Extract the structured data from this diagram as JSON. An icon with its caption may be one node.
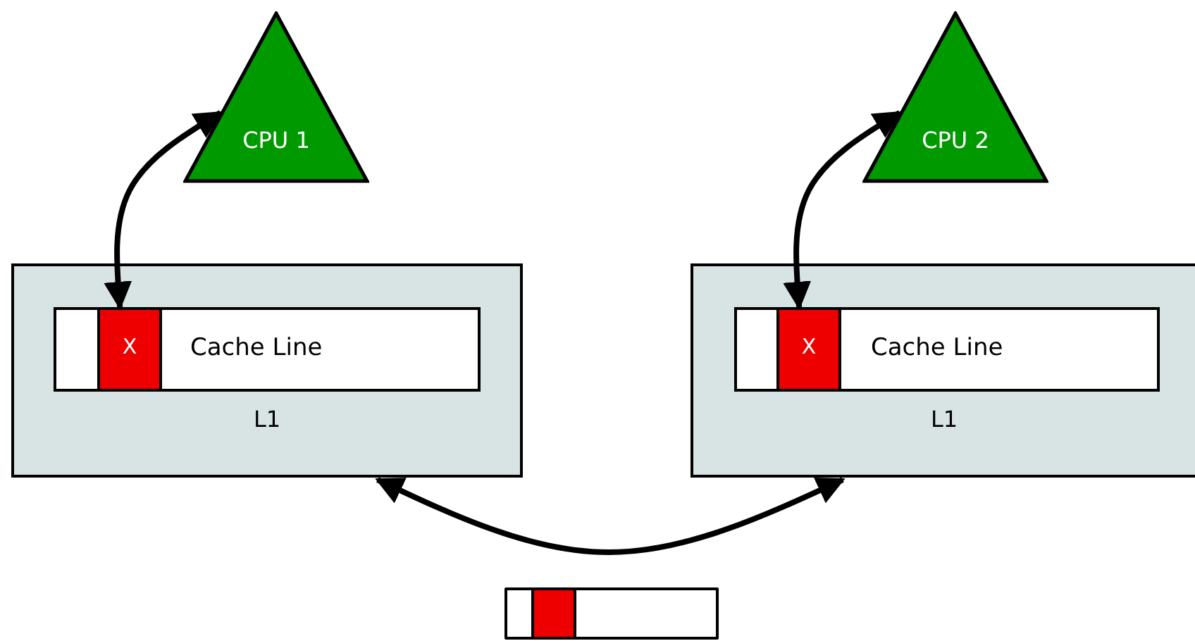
{
  "diagram": {
    "nodes": [
      {
        "text": [
          "CPU 1"
        ]
      },
      {
        "text": [
          "CPU 2"
        ]
      },
      {
        "text": [
          "L1"
        ]
      },
      {
        "text": [
          "Cache Line"
        ],
        "in": 2
      },
      {
        "text": [
          "X"
        ],
        "in": 3
      },
      {
        "text": [
          "L1"
        ]
      },
      {
        "text": [
          "Cache Line"
        ],
        "in": 5
      },
      {
        "text": [
          "X"
        ],
        "in": 6
      },
      {
        "text": [],
        "shape": "bar"
      },
      {
        "text": [],
        "shape": "box",
        "in": 8
      }
    ],
    "edges": [
      {
        "from": 0,
        "to": 4,
        "arrow": "both"
      },
      {
        "from": 1,
        "to": 7,
        "arrow": "both"
      },
      {
        "from": 2,
        "to": 5,
        "arrow": "both"
      }
    ]
  }
}
